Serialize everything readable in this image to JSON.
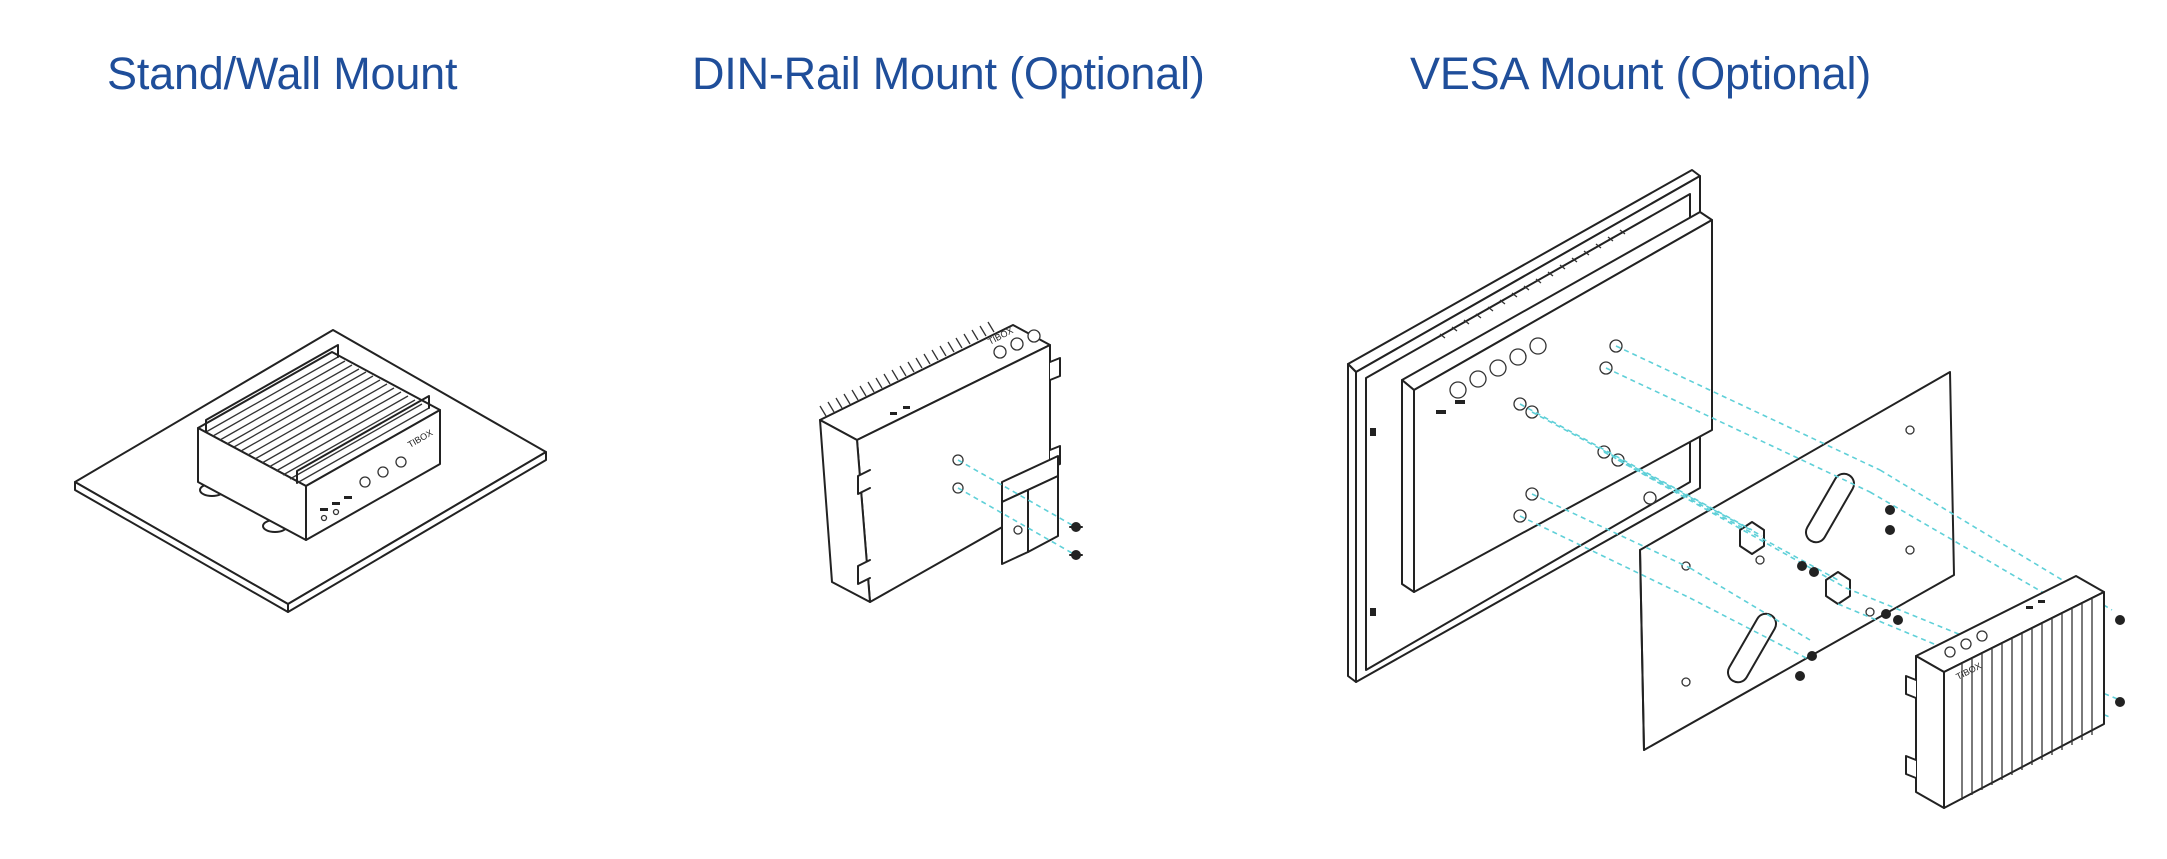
{
  "panels": [
    {
      "id": "stand-wall",
      "title": "Stand/Wall Mount",
      "device_mark": "TIBOX"
    },
    {
      "id": "din-rail",
      "title": "DIN-Rail Mount (Optional)",
      "device_mark": "TIBOX"
    },
    {
      "id": "vesa",
      "title": "VESA Mount (Optional)",
      "device_mark": "TIBOX"
    }
  ],
  "colors": {
    "title": "#1f4e9a",
    "line_art": "#222222",
    "guide_lines": "#5fd0d8",
    "background": "#ffffff"
  }
}
